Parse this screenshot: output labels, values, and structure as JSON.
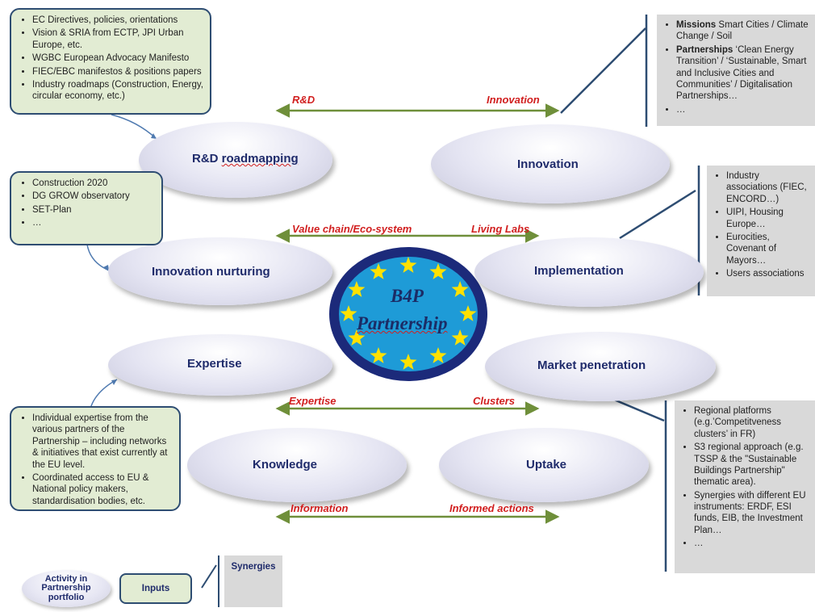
{
  "center": {
    "line1": "B4P",
    "line2": "Partnership"
  },
  "activities": [
    {
      "id": "rd_roadmapping",
      "label_main": "R&D ",
      "label_ul": "roadmapping"
    },
    {
      "id": "innovation",
      "label_main": "Innovation",
      "label_ul": ""
    },
    {
      "id": "innovation_nurturing",
      "label_main": "Innovation nurturing",
      "label_ul": ""
    },
    {
      "id": "implementation",
      "label_main": "Implementation",
      "label_ul": ""
    },
    {
      "id": "expertise",
      "label_main": "Expertise",
      "label_ul": ""
    },
    {
      "id": "market_penetration",
      "label_main": "Market penetration",
      "label_ul": ""
    },
    {
      "id": "knowledge",
      "label_main": "Knowledge",
      "label_ul": ""
    },
    {
      "id": "uptake",
      "label_main": "Uptake",
      "label_ul": ""
    }
  ],
  "arrows": [
    {
      "left": "R&D",
      "right": "Innovation"
    },
    {
      "left": "Value chain/Eco-system",
      "right": "Living Labs"
    },
    {
      "left": "Expertise",
      "right": "Clusters"
    },
    {
      "left": "Information",
      "right": "Informed actions"
    }
  ],
  "inputs": {
    "top": [
      "EC Directives, policies, orientations",
      "Vision & SRIA from ECTP, JPI Urban Europe, etc.",
      "WGBC European Advocacy Manifesto",
      "FIEC/EBC manifestos & positions papers",
      "Industry roadmaps (Construction, Energy, circular economy, etc.)"
    ],
    "middle": [
      "Construction 2020",
      "DG GROW observatory",
      "SET-Plan",
      "…"
    ],
    "bottom": [
      "Individual expertise from the various partners of the Partnership – including networks & initiatives that exist currently at the EU level.",
      "Coordinated access to EU & National policy makers, standardisation bodies, etc."
    ]
  },
  "synergies": {
    "top": [
      {
        "bold": "Missions",
        "text": " Smart Cities / Climate Change / Soil"
      },
      {
        "bold": "Partnerships",
        "text": " ‘Clean Energy Transition’ / ‘Sustainable, Smart and Inclusive Cities and Communities’ / Digitalisation Partnerships…"
      },
      {
        "bold": "",
        "text": "…"
      }
    ],
    "middle": [
      "Industry associations (FIEC, ENCORD…)",
      "UIPI, Housing Europe…",
      "Eurocities, Covenant of Mayors…",
      "Users associations"
    ],
    "bottom": [
      "Regional platforms (e.g.’Competitveness clusters’ in FR)",
      "S3 regional approach (e.g. TSSP & the \"Sustainable Buildings Partnership\" thematic area).",
      "Synergies with different EU instruments: ERDF, ESI funds, EIB, the Investment Plan…",
      "…"
    ]
  },
  "legend": {
    "activity": "Activity in Partnership portfolio",
    "inputs": "Inputs",
    "synergies": "Synergies"
  },
  "colors": {
    "ellipse_text": "#1f2b6b",
    "arrow": "#6f8f3a",
    "arrow_label": "#d11f1f",
    "input_fill": "#e2ecd3",
    "input_border": "#2e4d72",
    "synergy_fill": "#d9d9d9",
    "connector": "#2e4d72",
    "center_fill": "#1e9bd7",
    "center_ring": "#1c2a7a",
    "star": "#ffe100"
  }
}
